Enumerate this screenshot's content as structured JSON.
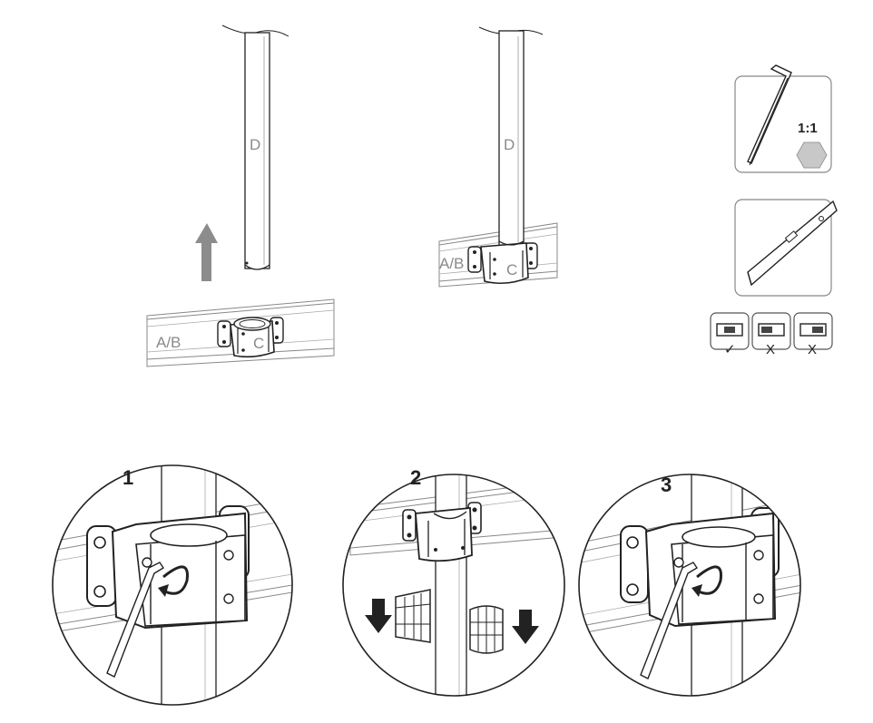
{
  "labels": {
    "pole": "D",
    "rail": "A/B",
    "clamp": "C",
    "scale": "1:1"
  },
  "steps": [
    "1",
    "2",
    "3"
  ],
  "level_checks": [
    "✓",
    "X",
    "X"
  ],
  "colors": {
    "line": "#222222",
    "label_gray": "#8a8a8a",
    "arrow_gray": "#8c8c8c",
    "hex_gray": "#c8c8c8",
    "panel_border": "#888888"
  },
  "icons": [
    "up-arrow-icon",
    "down-arrow-icon",
    "rotate-arrow-icon",
    "allen-key-icon",
    "hex-nut-icon",
    "spirit-level-icon"
  ]
}
